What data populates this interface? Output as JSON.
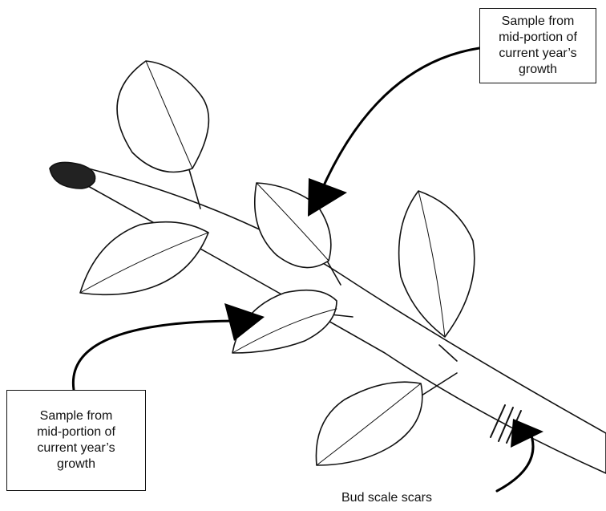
{
  "labels": {
    "top_sample": {
      "lines": [
        "Sample from",
        "mid-portion of",
        "current year’s",
        "growth"
      ]
    },
    "left_sample": {
      "lines": [
        "Sample from",
        "mid-portion of",
        "current year’s",
        "growth"
      ]
    },
    "bud_scale_scars": "Bud scale scars"
  },
  "colors": {
    "ink": "#111111",
    "background": "#ffffff"
  }
}
